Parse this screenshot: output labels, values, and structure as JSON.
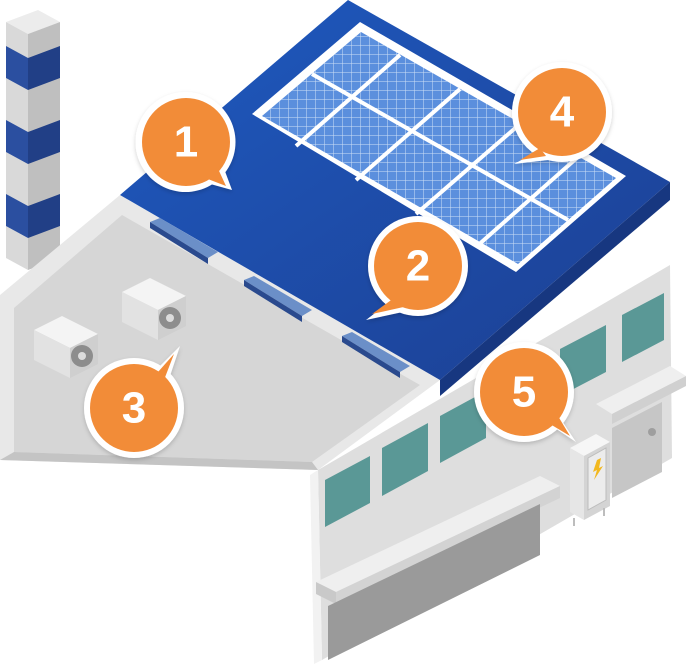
{
  "callouts": [
    {
      "id": "callout-1",
      "label": "1",
      "target": "roof"
    },
    {
      "id": "callout-2",
      "label": "2",
      "target": "roof-skylights"
    },
    {
      "id": "callout-3",
      "label": "3",
      "target": "inverter-units"
    },
    {
      "id": "callout-4",
      "label": "4",
      "target": "solar-panel-array"
    },
    {
      "id": "callout-5",
      "label": "5",
      "target": "electrical-cabinet"
    }
  ],
  "colors": {
    "callout_fill": "#f28c38",
    "callout_text": "#ffffff",
    "roof_blue": "#1f4fa8",
    "roof_blue_dark": "#1a3f90",
    "panel_blue": "#4f86d9",
    "chimney_blue": "#2b4fa0",
    "wall_light": "#e4e4e4",
    "window_teal": "#5a9896",
    "cabinet_bolt": "#f2b81e"
  },
  "icons": {
    "cabinet_symbol": "lightning-bolt-icon",
    "unit_symbol": "fan-icon"
  }
}
